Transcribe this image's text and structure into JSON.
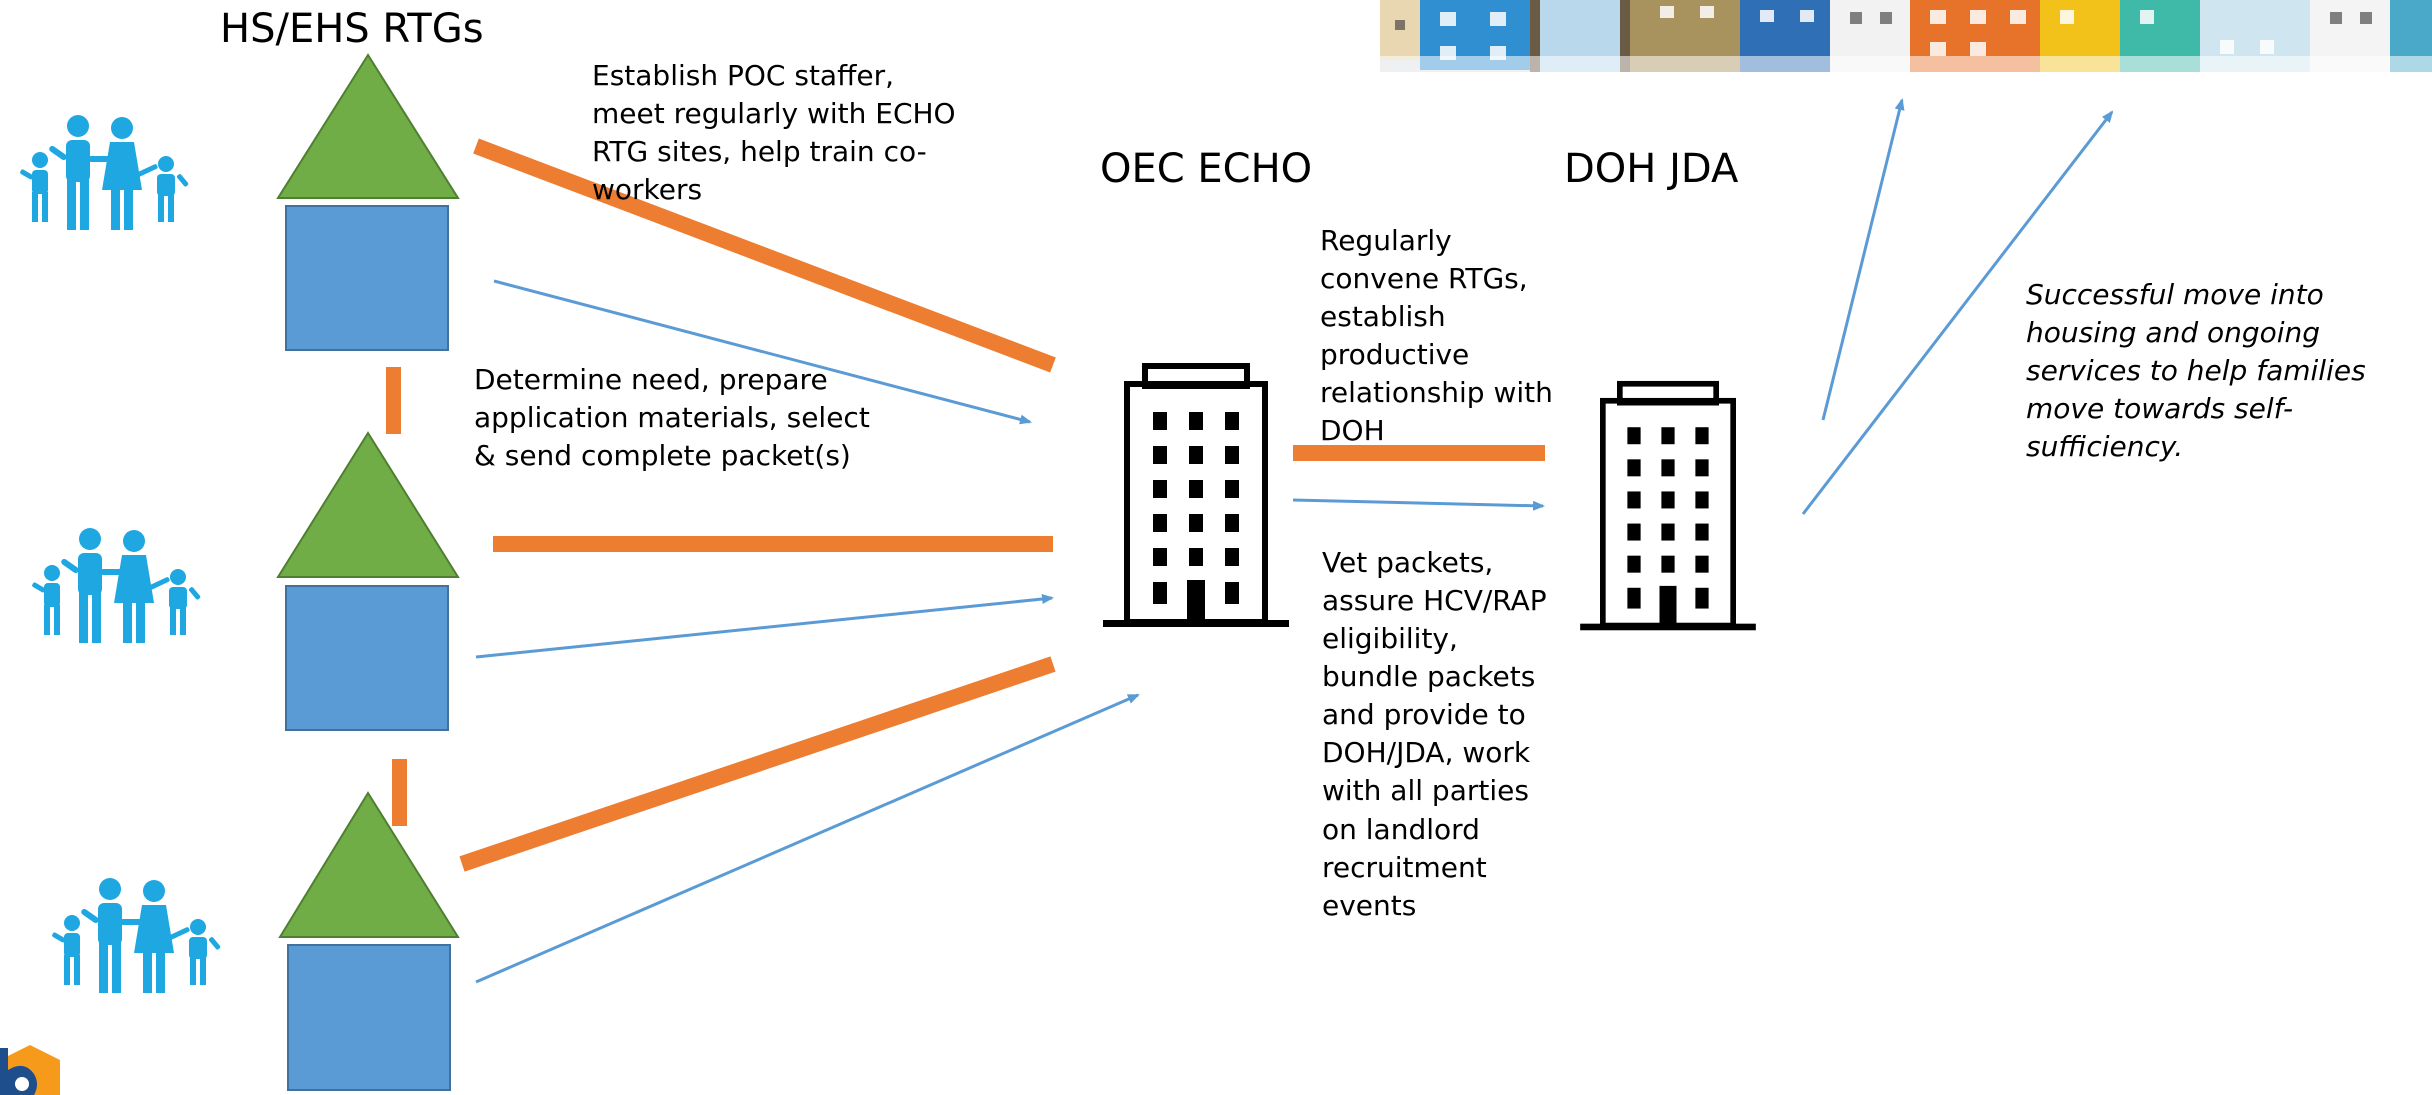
{
  "colors": {
    "orange": "#ED7D31",
    "blue_arrow": "#5B9BD5",
    "house_roof": "#70AD47",
    "house_body": "#5B9BD5",
    "family": "#1EA7E0",
    "building": "#000000",
    "logo_orange": "#F59A1B",
    "logo_blue": "#1E4E8C"
  },
  "icons": {
    "family": "family-icon",
    "house": "house-icon",
    "building": "office-building-icon",
    "banner": "colorful-rowhouses-photo",
    "logo": "organization-logo"
  },
  "labels": {
    "rtg_group": "HS/EHS RTGs",
    "oec_echo": "OEC ECHO",
    "doh_jda": "DOH JDA"
  },
  "notes": {
    "poc_staffer": "Establish POC staffer, meet regularly with ECHO RTG sites, help train co-workers",
    "determine_need": "Determine need, prepare application materials, select & send complete packet(s)",
    "convene_rtgs": "Regularly convene RTGs, establish productive relationship with DOH",
    "vet_packets": "Vet packets, assure HCV/RAP eligibility, bundle packets and provide to DOH/JDA, work with all parties on landlord recruitment events",
    "outcome": "Successful move into housing and ongoing services to help families move towards self-sufficiency."
  }
}
